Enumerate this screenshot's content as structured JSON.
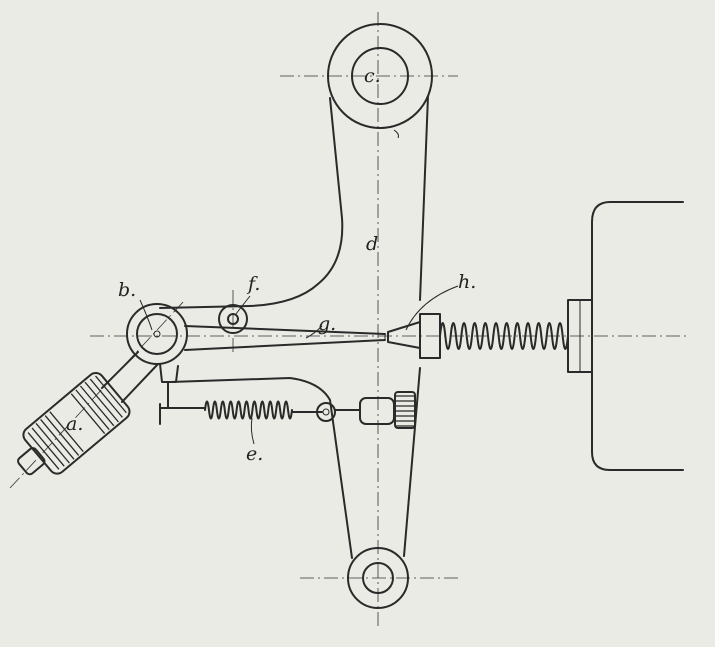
{
  "labels": {
    "a": "a.",
    "b": "b.",
    "c": "c.",
    "d": "d",
    "e": "e.",
    "f": "f.",
    "g": "g.",
    "h": "h."
  },
  "colors": {
    "paper": "#e9ebe4",
    "ink": "#2a2a2a"
  }
}
